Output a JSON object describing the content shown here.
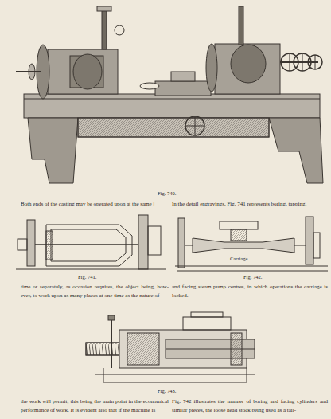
{
  "diagram": {
    "labels": [
      "Fig. 740.",
      "Both ends of the casting may be operated upon at the same |",
      "In the detail engravings, Fig. 741 represents boring, tapping,",
      "Fig. 741.",
      "Carriage",
      "Fig. 742.",
      "time or separately, as occasion requires, the object being, how-ever, to work upon as many places at one time as the nature of",
      "and facing steam pump centres, in which operations the carriage is locked.",
      "Fig. 743.",
      "the work will permit; this being the main point in the economical performance of work. It is evident also that if the machine is",
      "Fig. 742 illustrates the manner of boring and facing cylinders and similar pieces, the loose head stock being used as a tail-"
    ]
  }
}
